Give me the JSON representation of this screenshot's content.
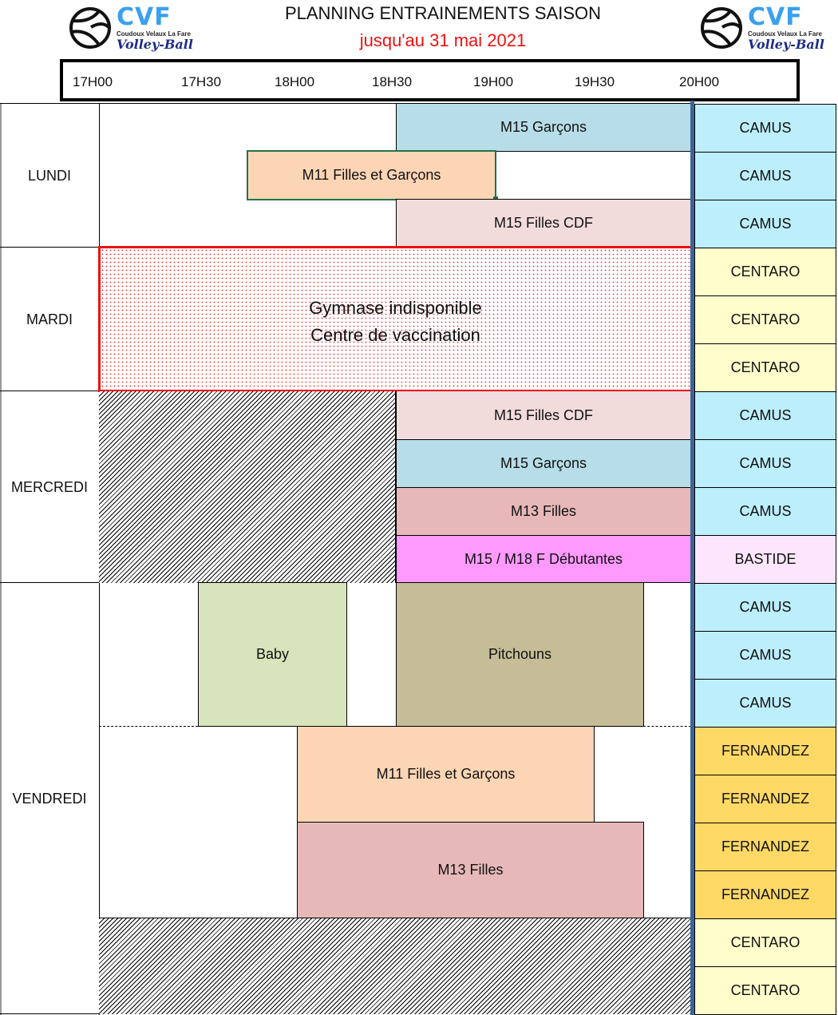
{
  "header": {
    "title": "PLANNING ENTRAINEMENTS SAISON",
    "subtitle": "jusqu'au 31 mai 2021",
    "logo": {
      "name": "CVF",
      "subtitle": "Coudoux Velaux La Fare",
      "sport": "Volley-Ball",
      "icon": "volleyball-icon"
    }
  },
  "times": [
    "17H00",
    "17H30",
    "18H00",
    "18H30",
    "19H00",
    "19H30",
    "20H00"
  ],
  "colors": {
    "camus": "#bdeefc",
    "centaro": "#fffdcc",
    "bastide": "#fde6fc",
    "fernandez": "#ffd966",
    "m15_garcons": "#b7dde8",
    "m15_filles_cdf": "#f2dcdb",
    "m11": "#fcd5b5",
    "m13": "#e6b8b7",
    "debutantes": "#ff99ff",
    "baby": "#d8e4bc",
    "pitchouns": "#c4bd97",
    "unavailable": "#ee1111"
  },
  "days": {
    "lundi": "LUNDI",
    "mardi": "MARDI",
    "mercredi": "MERCREDI",
    "vendredi": "VENDREDI"
  },
  "sessions": {
    "lundi_m15g": "M15 Garçons",
    "lundi_m11": "M11 Filles et Garçons",
    "lundi_m15f": "M15 Filles CDF",
    "mardi_closed_1": "Gymnase indisponible",
    "mardi_closed_2": "Centre de vaccination",
    "mer_m15f": "M15 Filles CDF",
    "mer_m15g": "M15 Garçons",
    "mer_m13": "M13 Filles",
    "mer_deb": "M15 / M18 F Débutantes",
    "ven_baby": "Baby",
    "ven_pitchouns": "Pitchouns",
    "ven_m11": "M11 Filles et Garçons",
    "ven_m13": "M13 Filles"
  },
  "locations": [
    "CAMUS",
    "CAMUS",
    "CAMUS",
    "CENTARO",
    "CENTARO",
    "CENTARO",
    "CAMUS",
    "CAMUS",
    "CAMUS",
    "BASTIDE",
    "CAMUS",
    "CAMUS",
    "CAMUS",
    "FERNANDEZ",
    "FERNANDEZ",
    "FERNANDEZ",
    "FERNANDEZ",
    "CENTARO",
    "CENTARO"
  ]
}
